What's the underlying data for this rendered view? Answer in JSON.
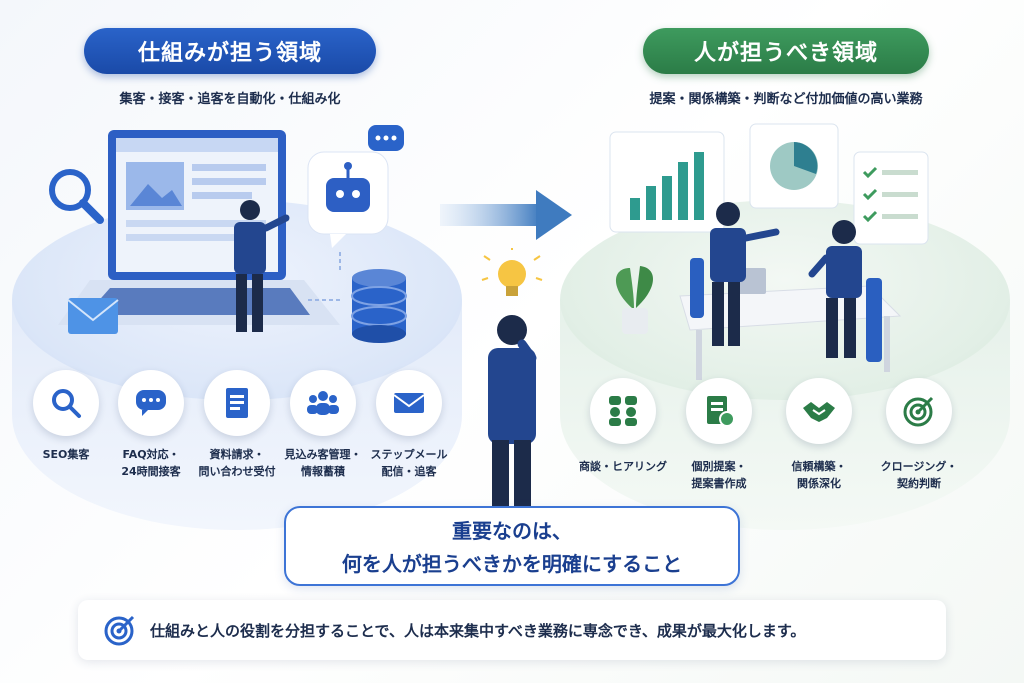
{
  "left": {
    "title": "仕組みが担う領域",
    "subtitle": "集客・接客・追客を自動化・仕組み化",
    "items": [
      {
        "label": "SEO集客",
        "icon": "search-icon"
      },
      {
        "label": "FAQ対応・\n24時間接客",
        "icon": "chat-icon"
      },
      {
        "label": "資料請求・\n問い合わせ受付",
        "icon": "document-icon"
      },
      {
        "label": "見込み客管理・\n情報蓄積",
        "icon": "people-icon"
      },
      {
        "label": "ステップメール\n配信・追客",
        "icon": "mail-icon"
      }
    ]
  },
  "right": {
    "title": "人が担うべき領域",
    "subtitle": "提案・関係構築・判断など付加価値の高い業務",
    "items": [
      {
        "label": "商談・ヒアリング",
        "icon": "conversation-icon"
      },
      {
        "label": "個別提案・\n提案書作成",
        "icon": "proposal-icon"
      },
      {
        "label": "信頼構築・\n関係深化",
        "icon": "handshake-icon"
      },
      {
        "label": "クロージング・\n契約判断",
        "icon": "target-icon"
      }
    ]
  },
  "key_message": {
    "line1": "重要なのは、",
    "line2": "何を人が担うべきかを明確にすること"
  },
  "footer": {
    "text": "仕組みと人の役割を分担することで、人は本来集中すべき業務に専念でき、成果が最大化します。",
    "icon": "target-icon"
  },
  "colors": {
    "blue": "#1a4aa8",
    "green": "#2b7c47",
    "navy": "#1c2b4a"
  }
}
